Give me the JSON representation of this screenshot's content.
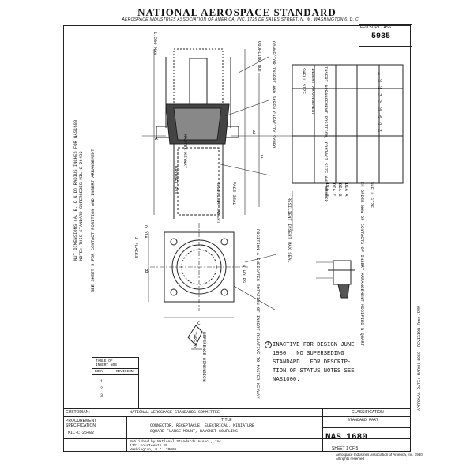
{
  "header": {
    "title": "NATIONAL AEROSPACE STANDARD",
    "subtitle": "AEROSPACE INDUSTRIES ASSOCIATION OF AMERICA, INC.   1725 DE SALES STREET, N. W., WASHINGTON 6, D. C.",
    "fsc_label": "FED SUP CLASS",
    "fsc_value": "5935"
  },
  "left_notes": {
    "note_a": "NUT DIMENSIONS (A, B, C & D) RADIUS INCHES FOR NAS1680\nNOTE: THIS STANDARD SUPERSEDES MIL-C-26482",
    "note_b": "SEE SHEET 5 FOR CONTACT POSITION AND INSERT ARRANGEMENT",
    "note_c": "MASTER KEYWAY",
    "note_d": "BAYONET PIN",
    "note_e": "2 PLACES",
    "note_f": "4 HOLES",
    "dim_a": "A",
    "dim_b": "B",
    "dim_c": "C",
    "dim_max": "1.500 MAX",
    "dim_d": "D DIA",
    "dim_e": "E",
    "dim_f": "F"
  },
  "drawing_notes": {
    "cable_note": "CONNECTOR INSERT AND SCREW CAPACITY SYMBOL",
    "seal_note": "RESILIENT INSERT",
    "face_seal": "FACE SEAL",
    "coupling": "COUPLING NUT",
    "insert_note": "RESILIENT INSERT MAX SEAL",
    "position_note": "POSITION A INDICATES ROTATION OF INSERT RELATIVE TO MASTER KEYWAY",
    "thread": "THREAD",
    "reference": "REFERENCE DIMENSION",
    "sheet_b": "IN ORDER NOW OF CONTACTS OF INSERT ARRANGEMENT MODIFIED N QUART",
    "shell_size": "SHELL SIZE",
    "dia_a": "DIA A",
    "dia_b": "DIA B",
    "dia_c": "DIA C",
    "dia_d": "DIA D"
  },
  "right_table": {
    "header": "INSERT ARRANGEMENT POSITION, CONTACT SIZE AND NUMBER",
    "col1": "SHELL SIZE",
    "col2": "INSERT ARRANGEMENT",
    "values": [
      "8",
      "10",
      "12",
      "14",
      "16",
      "18",
      "20",
      "22",
      "24"
    ]
  },
  "approval": {
    "text": "APPROVAL DATE: MARCH 1959  REVISION",
    "revdate": "June 1980"
  },
  "inactive_notice": "INACTIVE FOR DESIGN JUNE\n1980.  NO SUPERSEDING\nSTANDARD.  FOR DESCRIP-\nTION OF STATUS NOTES SEE\nNAS1000.",
  "small_table": {
    "title": "TABLE OF\nINSERT NOS.",
    "col1": "BODY",
    "col2": "REVISION",
    "rows": [
      "1",
      "2",
      "3"
    ]
  },
  "title_block": {
    "customary": "CUSTODIAN:",
    "custodian_value": "NATIONAL AEROSPACE STANDARDS COMMITTEE",
    "procurement": "PROCUREMENT SPECIFICATION",
    "spec": "MIL-C-26482",
    "title_label": "TITLE",
    "title_text": "CONNECTOR, RECEPTACLE, ELECTRICAL, MINIATURE\nSQUARE FLANGE MOUNT, BAYONET COUPLING",
    "classification_label": "CLASSIFICATION",
    "classification_value": "STANDARD PART",
    "nas": "NAS 1680",
    "sheet": "SHEET 1 OF 5",
    "publisher": "Published by National Standards Assoc., Inc.\n1321 Fourteenth St.\nWashington, D.C. 20005",
    "copyright": "Aerospace Industries Association of America, Inc. 1980\nAll rights reserved"
  }
}
